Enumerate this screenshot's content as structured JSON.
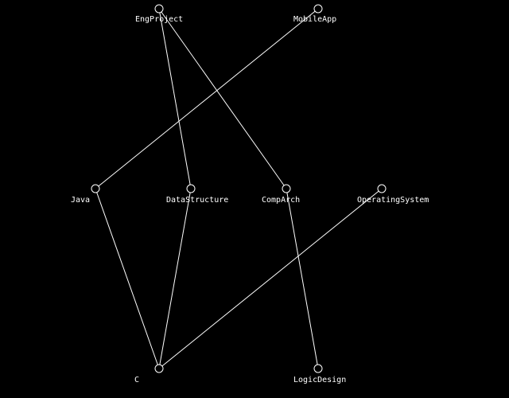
{
  "colors": {
    "background": "#000000",
    "foreground": "#ffffff"
  },
  "nodes": [
    {
      "id": "EngProject",
      "label": "EngProject"
    },
    {
      "id": "MobileApp",
      "label": "MobileApp"
    },
    {
      "id": "Java",
      "label": "Java"
    },
    {
      "id": "DataStructure",
      "label": "DataStructure"
    },
    {
      "id": "CompArch",
      "label": "CompArch"
    },
    {
      "id": "OperatingSystem",
      "label": "OperatingSystem"
    },
    {
      "id": "C",
      "label": "C"
    },
    {
      "id": "LogicDesign",
      "label": "LogicDesign"
    }
  ],
  "edges": [
    {
      "from": "EngProject",
      "to": "DataStructure"
    },
    {
      "from": "EngProject",
      "to": "CompArch"
    },
    {
      "from": "MobileApp",
      "to": "Java"
    },
    {
      "from": "Java",
      "to": "C"
    },
    {
      "from": "DataStructure",
      "to": "C"
    },
    {
      "from": "OperatingSystem",
      "to": "C"
    },
    {
      "from": "CompArch",
      "to": "LogicDesign"
    }
  ]
}
